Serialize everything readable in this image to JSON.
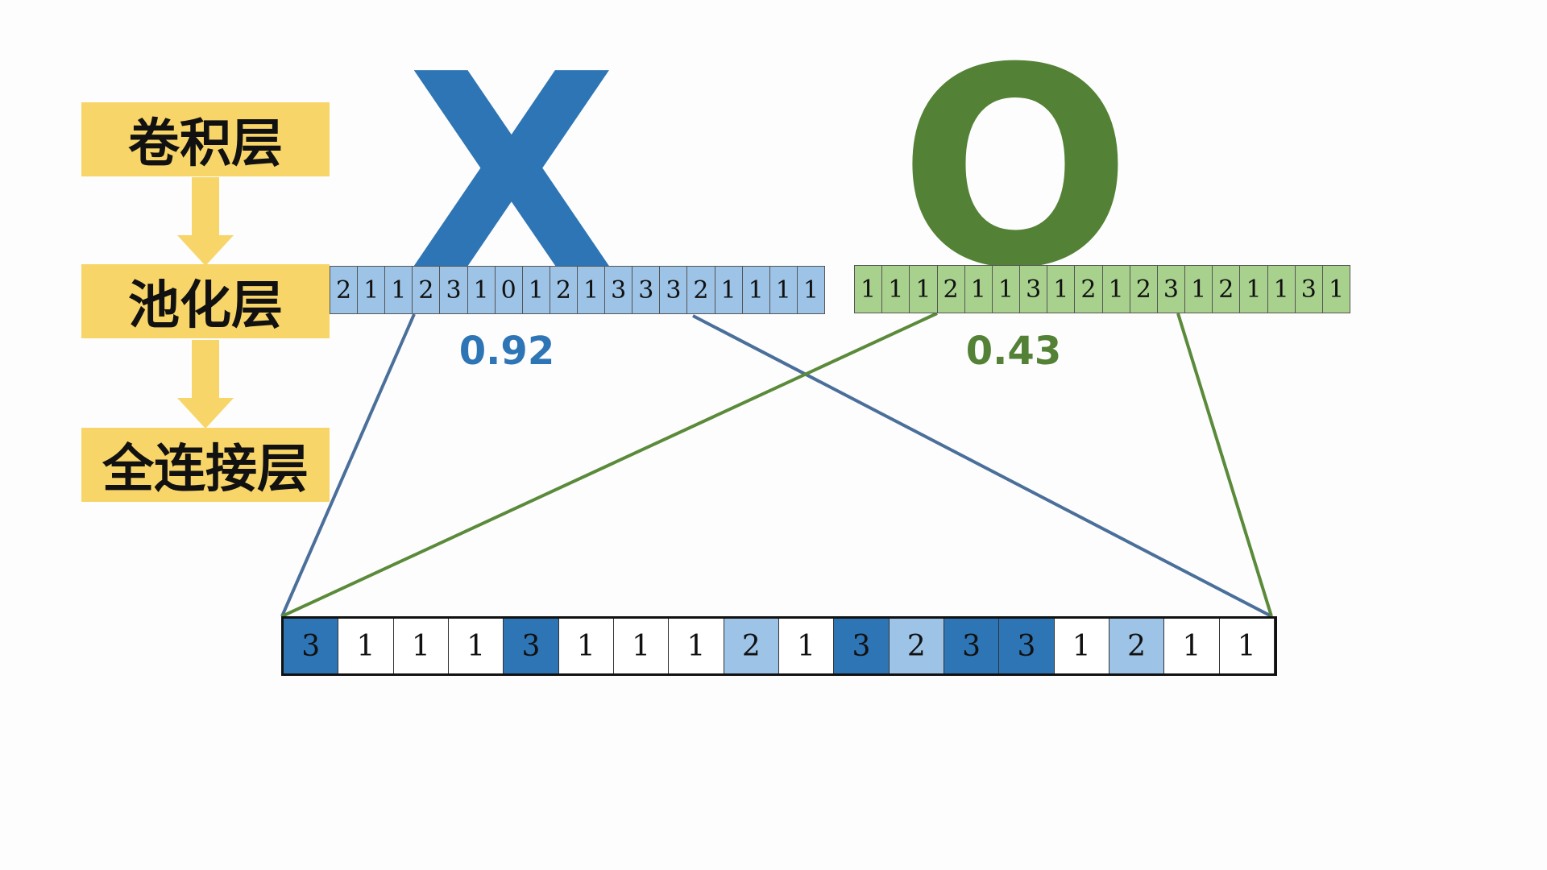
{
  "steps": [
    "卷积层",
    "池化层",
    "全连接层"
  ],
  "letters": {
    "x": "X",
    "o": "O"
  },
  "scores": {
    "x": "0.92",
    "o": "0.43"
  },
  "x_vector": [
    "2",
    "1",
    "1",
    "2",
    "3",
    "1",
    "0",
    "1",
    "2",
    "1",
    "3",
    "3",
    "3",
    "2",
    "1",
    "1",
    "1",
    "1"
  ],
  "o_vector": [
    "1",
    "1",
    "1",
    "2",
    "1",
    "1",
    "3",
    "1",
    "2",
    "1",
    "2",
    "3",
    "1",
    "2",
    "1",
    "1",
    "3",
    "1"
  ],
  "fc_vector": [
    {
      "value": "3",
      "shade": "dark"
    },
    {
      "value": "1",
      "shade": "white"
    },
    {
      "value": "1",
      "shade": "white"
    },
    {
      "value": "1",
      "shade": "white"
    },
    {
      "value": "3",
      "shade": "dark"
    },
    {
      "value": "1",
      "shade": "white"
    },
    {
      "value": "1",
      "shade": "white"
    },
    {
      "value": "1",
      "shade": "white"
    },
    {
      "value": "2",
      "shade": "light"
    },
    {
      "value": "1",
      "shade": "white"
    },
    {
      "value": "3",
      "shade": "dark"
    },
    {
      "value": "2",
      "shade": "light"
    },
    {
      "value": "3",
      "shade": "dark"
    },
    {
      "value": "3",
      "shade": "dark"
    },
    {
      "value": "1",
      "shade": "white"
    },
    {
      "value": "2",
      "shade": "light"
    },
    {
      "value": "1",
      "shade": "white"
    },
    {
      "value": "1",
      "shade": "white"
    }
  ],
  "colors": {
    "step_bg": "#f8d568",
    "arrow": "#f8d568",
    "x_accent": "#2e75b6",
    "o_accent": "#538135",
    "x_cell": "#9dc3e6",
    "o_cell": "#a9d18e",
    "fc_dark": "#2e75b6",
    "fc_light": "#9dc3e6",
    "fc_white": "#ffffff"
  }
}
